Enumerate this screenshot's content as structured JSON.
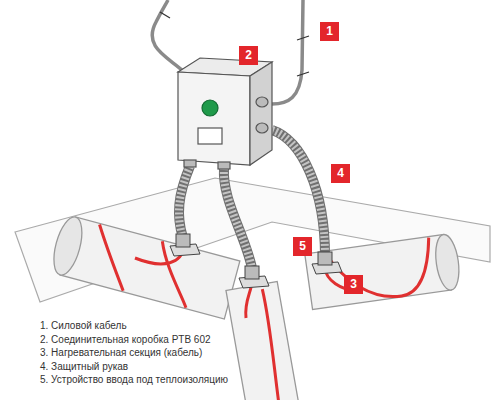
{
  "diagram": {
    "labels": [
      "1",
      "2",
      "4",
      "5",
      "3",
      "1. Силовой кабель",
      "2. Соединительная коробка PTB 602",
      "3. Нагревательная секция (кабель)",
      "4. Защитный рукав",
      "5. Устройство ввода под теплоизоляцию"
    ]
  }
}
